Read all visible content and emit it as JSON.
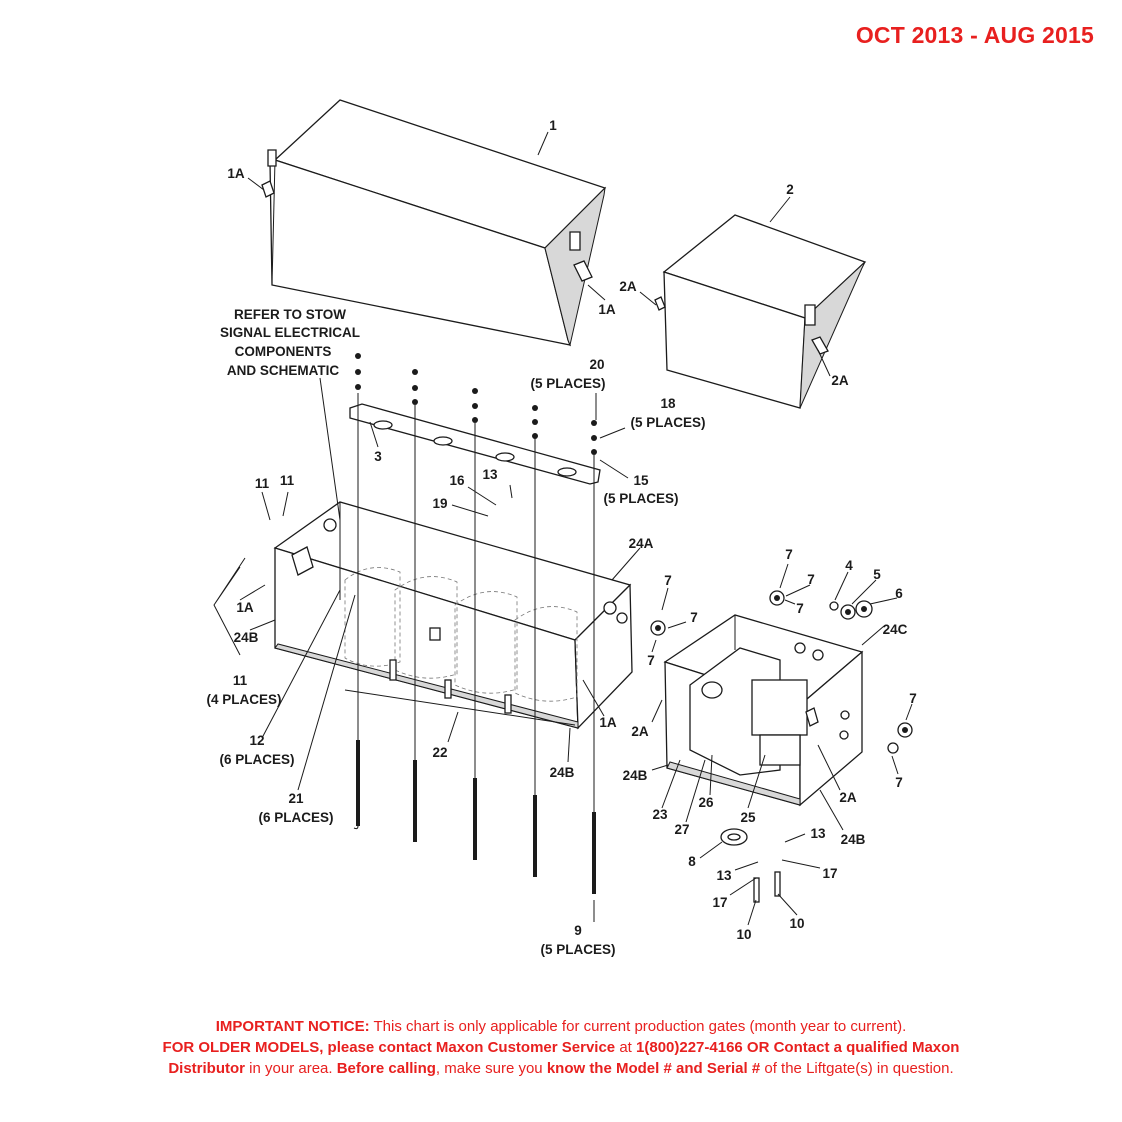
{
  "header": {
    "date_range": "OCT 2013 - AUG 2015"
  },
  "callouts": {
    "c1": "1",
    "c1a_top": "1A",
    "c1a_mid": "1A",
    "c1a_left": "1A",
    "c1a_box": "1A",
    "c2": "2",
    "c2a_a": "2A",
    "c2a_b": "2A",
    "c2a_c": "2A",
    "c2a_d": "2A",
    "c3": "3",
    "c4": "4",
    "c5": "5",
    "c6": "6",
    "c7_a": "7",
    "c7_b": "7",
    "c7_c": "7",
    "c7_d": "7",
    "c7_e": "7",
    "c7_f": "7",
    "c7_g": "7",
    "c7_h": "7",
    "c8": "8",
    "c9": "9",
    "c9_qty": "(5 PLACES)",
    "c10_a": "10",
    "c10_b": "10",
    "c11_a": "11",
    "c11_b": "11",
    "c11_c": "11",
    "c11_qty": "(4 PLACES)",
    "c12": "12",
    "c12_qty": "(6 PLACES)",
    "c13_a": "13",
    "c13_b": "13",
    "c13_c": "13",
    "c15": "15",
    "c15_qty": "(5 PLACES)",
    "c16": "16",
    "c17_a": "17",
    "c17_b": "17",
    "c18": "18",
    "c18_qty": "(5 PLACES)",
    "c19": "19",
    "c20": "20",
    "c20_qty": "(5 PLACES)",
    "c21": "21",
    "c21_qty": "(6 PLACES)",
    "c22": "22",
    "c23": "23",
    "c24a": "24A",
    "c24b_a": "24B",
    "c24b_b": "24B",
    "c24b_c": "24B",
    "c24b_d": "24B",
    "c24c": "24C",
    "c25": "25",
    "c26": "26",
    "c27": "27",
    "refer_1": "REFER TO STOW",
    "refer_2": "SIGNAL ELECTRICAL",
    "refer_3": "COMPONENTS",
    "refer_4": "AND SCHEMATIC"
  },
  "notice": {
    "l1_bold": "IMPORTANT NOTICE:",
    "l1_text": " This chart is only applicable for current production gates (month year to current).",
    "l2_bold1": "FOR OLDER MODELS, please contact Maxon Customer Service",
    "l2_text1": " at ",
    "l2_bold2": "1(800)227-4166 OR Contact a qualified Maxon",
    "l3_bold1": "Distributor",
    "l3_text1": " in your area. ",
    "l3_bold2": "Before calling",
    "l3_text2": ", make sure you ",
    "l3_bold3": "know the Model # and Serial #",
    "l3_text3": " of the Liftgate(s) in question."
  }
}
